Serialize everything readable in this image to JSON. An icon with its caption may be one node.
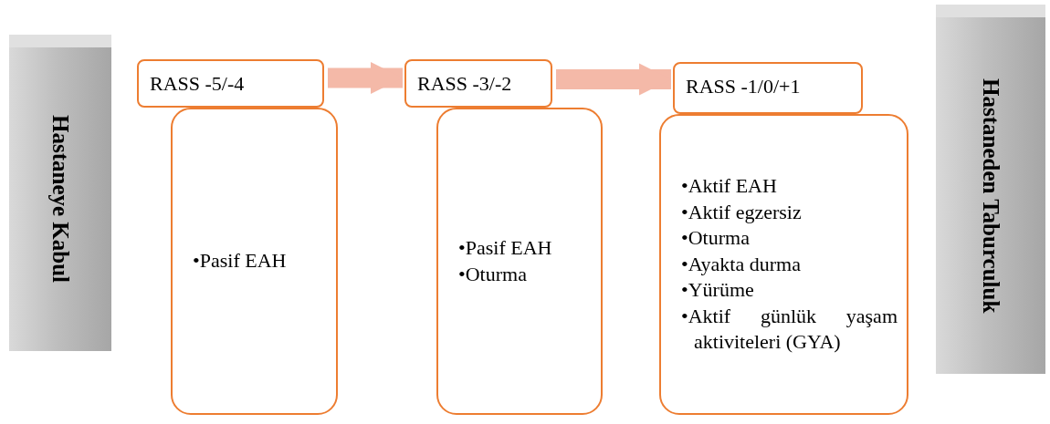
{
  "diagram": {
    "nodes": [
      {
        "text": [
          "Hastaneye Kabul"
        ]
      },
      {
        "text": [
          "RASS -5/-4"
        ]
      },
      {
        "text": [
          "•Pasif EAH"
        ]
      },
      {
        "text": [
          "RASS -3/-2"
        ]
      },
      {
        "text": [
          "•Pasif EAH",
          "•Oturma"
        ]
      },
      {
        "text": [
          "RASS -1/0/+1"
        ]
      },
      {
        "text": [
          "•Aktif EAH",
          "•Aktif egzersiz",
          "•Oturma",
          "•Ayakta durma",
          "•Yürüme",
          "•Aktif günlük yaşam aktiviteleri (GYA)"
        ]
      },
      {
        "text": [
          "Hastaneden Taburculuk"
        ]
      }
    ],
    "edges": [
      {
        "from": 1,
        "to": 3,
        "arrow": "to"
      },
      {
        "from": 3,
        "to": 5,
        "arrow": "to"
      }
    ]
  }
}
